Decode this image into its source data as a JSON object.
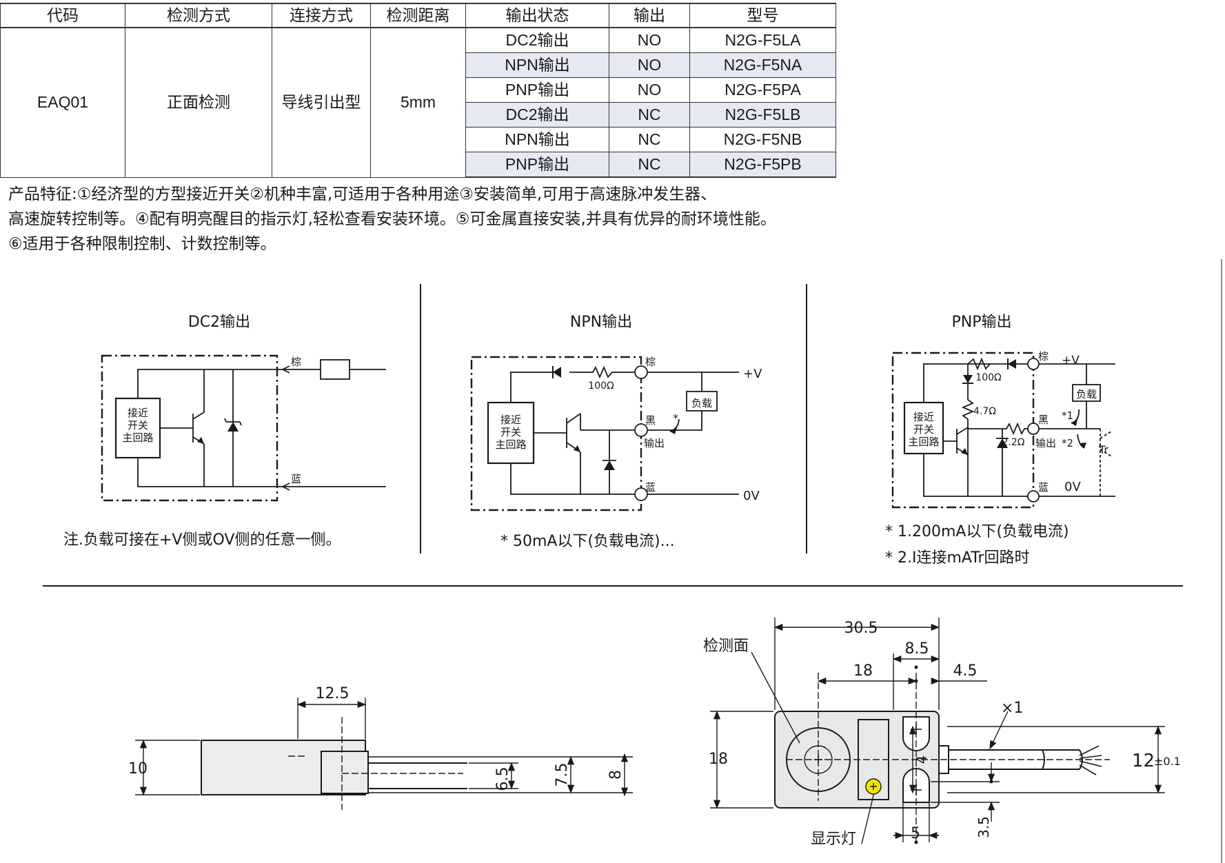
{
  "table": {
    "headers": [
      "代码",
      "检测方式",
      "连接方式",
      "检测距离",
      "输出状态",
      "输出",
      "型号"
    ],
    "merged": {
      "code": "EAQ01",
      "method": "正面检测",
      "connection": "导线引出型",
      "distance": "5mm"
    },
    "rows": [
      {
        "status": "DC2输出",
        "output": "NO",
        "model": "N2G-F5LA"
      },
      {
        "status": "NPN输出",
        "output": "NO",
        "model": "N2G-F5NA"
      },
      {
        "status": "PNP输出",
        "output": "NO",
        "model": "N2G-F5PA"
      },
      {
        "status": "DC2输出",
        "output": "NC",
        "model": "N2G-F5LB"
      },
      {
        "status": "NPN输出",
        "output": "NC",
        "model": "N2G-F5NB"
      },
      {
        "status": "PNP输出",
        "output": "NC",
        "model": "N2G-F5PB"
      }
    ],
    "shaded_rows": [
      2,
      4,
      6
    ],
    "shade_color": "#e6e8f4"
  },
  "features": [
    "产品特征:①经济型的方型接近开关②机种丰富,可适用于各种用途③安装简单,可用于高速脉冲发生器、",
    "高速旋转控制等。④配有明亮醒目的指示灯,轻松查看安装环境。⑤可金属直接安装,并具有优异的耐环境性能。",
    "⑥适用于各种限制控制、计数控制等。"
  ],
  "circuits": {
    "dc2": {
      "title": "DC2输出",
      "box_label": [
        "接近",
        "开关",
        "主回路"
      ],
      "brown": "棕",
      "blue": "蓝",
      "note": "注.负载可接在+V侧或OV侧的任意一侧。"
    },
    "npn": {
      "title": "NPN输出",
      "box_label": [
        "接近",
        "开关",
        "主回路"
      ],
      "brown": "棕",
      "black": "黑",
      "blue": "蓝",
      "output": "输出",
      "resistor": "100Ω",
      "load": "负载",
      "star": "*",
      "vplus": "+V",
      "zero_v": "0V",
      "note": "* 50mA以下(负载电流)..."
    },
    "pnp": {
      "title": "PNP输出",
      "box_label": [
        "接近",
        "开关",
        "主回路"
      ],
      "brown": "棕",
      "black": "黑",
      "blue": "蓝",
      "output": "输出",
      "r1": "100Ω",
      "r2": "4.7Ω",
      "r3": "2.2Ω",
      "load": "负载",
      "star1": "*1",
      "star2": "*2",
      "tr": "Tr",
      "vplus": "+V",
      "zero_v": "0V",
      "notes": [
        "* 1.200mA以下(负载电流)",
        "* 2.I连接mATr回路时"
      ]
    }
  },
  "dimensions": {
    "side": {
      "d_12_5": "12.5",
      "d_10": "10",
      "d_6_5": "6.5",
      "d_7_5": "7.5",
      "d_8": "8"
    },
    "front": {
      "detect_face": "检测面",
      "indicator": "显示灯",
      "d_30_5": "30.5",
      "d_8_5": "8.5",
      "d_18_top": "18",
      "d_4_5": "4.5",
      "d_18_left": "18",
      "d_4": "4",
      "d_x1": "×1",
      "d_12": "12",
      "d_12_tol": "±0.1",
      "d_5": "5",
      "d_3_5": "3.5"
    }
  },
  "colors": {
    "indicator": "#f2e600",
    "body": "#e8e8e8"
  }
}
